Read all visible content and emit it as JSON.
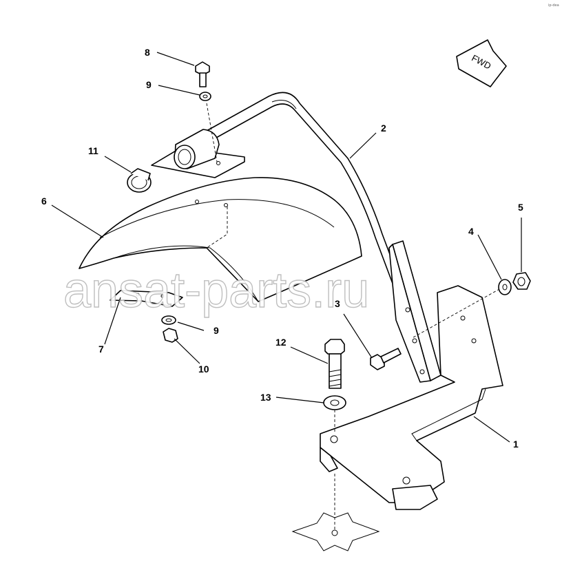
{
  "corner_mark": "ip-dea",
  "fwd_label": "FWD",
  "watermark": "ansat-parts.ru",
  "callouts": {
    "c1": "1",
    "c2": "2",
    "c3": "3",
    "c4": "4",
    "c5": "5",
    "c6": "6",
    "c7": "7",
    "c8": "8",
    "c9a": "9",
    "c9b": "9",
    "c10": "10",
    "c11": "11",
    "c12": "12",
    "c13": "13"
  }
}
